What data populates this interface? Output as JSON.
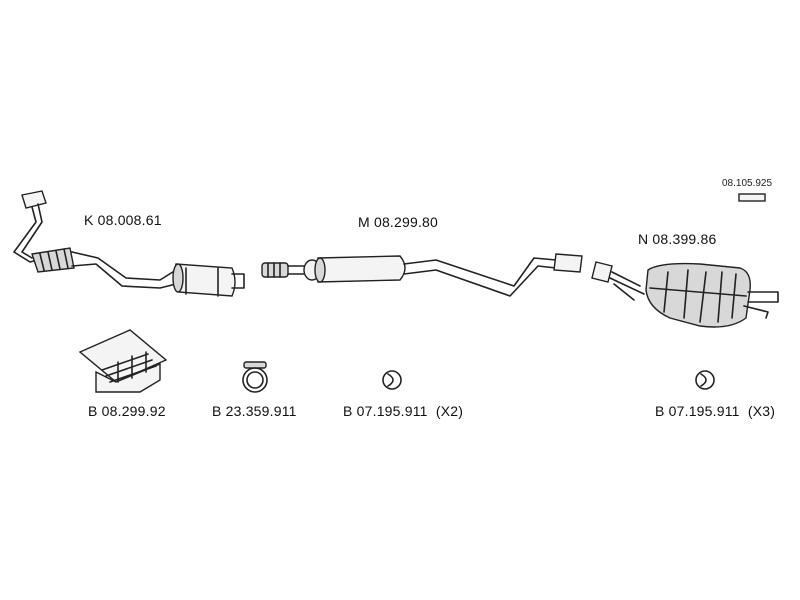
{
  "diagram": {
    "reference": "08.105.925",
    "parts": {
      "front_pipe": "K 08.008.61",
      "middle_silencer": "M 08.299.80",
      "rear_silencer": "N 08.399.86"
    },
    "accessories": {
      "mount_kit": "B 08.299.92",
      "clamp": "B 23.359.911",
      "ring_x2": "B 07.195.911  (X2)",
      "ring_x3": "B 07.195.911  (X3)"
    }
  }
}
